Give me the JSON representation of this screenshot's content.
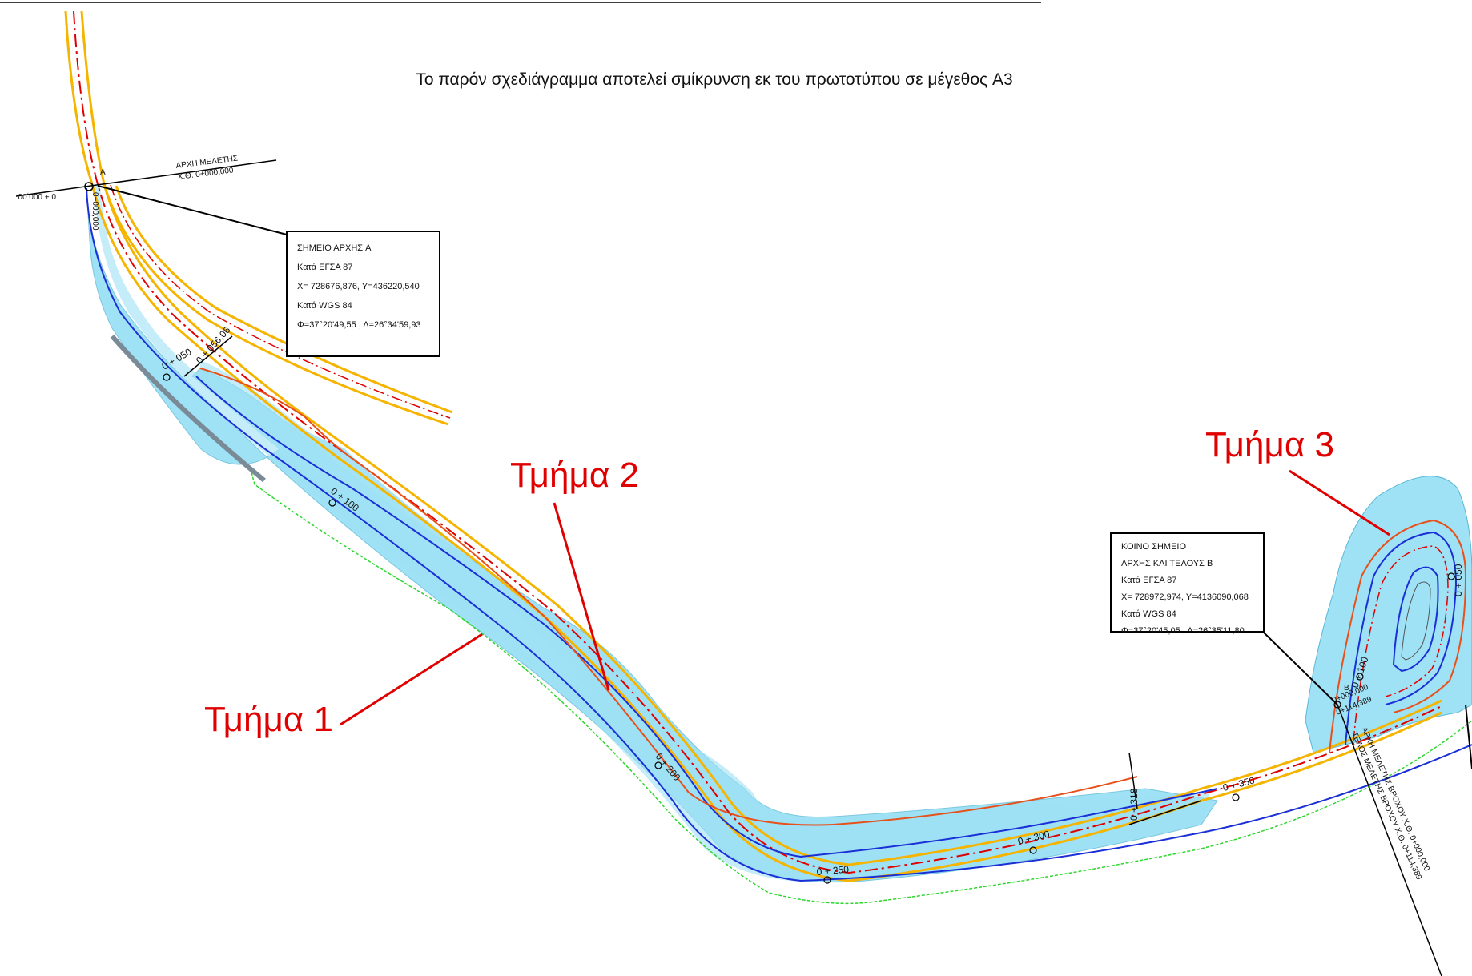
{
  "note": "Το παρόν σχεδιάγραμμα αποτελεί σμίκρυνση εκ του πρωτοτύπου σε μέγεθος A3",
  "start": {
    "point_label": "A",
    "title": "ΑΡΧΗ ΜΕΛΕΤΗΣ",
    "chainage": "Χ.Θ. 0+000,000",
    "side_chainage": "0 + 000,00",
    "vert_chainage": "0+000,000",
    "info_box": {
      "line1": "ΣΗΜΕΙΟ ΑΡΧΗΣ A",
      "line2": "Κατά ΕΓΣΑ 87",
      "line3": "X= 728676,876, Y=436220,540",
      "line4": "Κατά WGS 84",
      "line5": "Φ=37°20'49,55 , Λ=26°34'59,93"
    }
  },
  "common": {
    "point_label": "B",
    "info_box": {
      "line1": "ΚΟΙΝΟ ΣΗΜΕΙΟ",
      "line2": "ΑΡΧΗΣ ΚΑΙ ΤΕΛΟΥΣ Β",
      "line3": "Κατά ΕΓΣΑ 87",
      "line4": "X= 728972,974, Y=4136090,068",
      "line5": "Κατά WGS 84",
      "line6": "Φ=37°20'45,05 , Λ=26°35'11,80"
    },
    "chain_start": "0+000,000",
    "chain_end": "0+114,389",
    "loop_start_text": "ΑΡΧΗ ΜΕΛΕΤΗΣ ΒΡΟΧΟΥ Χ.Θ. 0+000,000",
    "loop_end_text": "ΤΕΛΟΣ ΜΕΛΕΤΗΣ ΒΡΟΧΟΥ Χ.Θ. 0+114,389"
  },
  "sections": {
    "s1": "Τμήμα 1",
    "s2": "Τμήμα 2",
    "s3": "Τμήμα 3"
  },
  "chainages": {
    "c50": "0 + 050",
    "c56": "0 + 056,06",
    "c100": "0 + 100",
    "c200": "0 + 200",
    "c250": "0 + 250",
    "c300": "0 + 300",
    "c318": "0 + 318",
    "c350": "0 + 350",
    "loop50": "0 + 050",
    "loop100": "0 + 100"
  },
  "colors": {
    "water": "#9fe1f5",
    "road_edge": "#f5b400",
    "axis": "#e00000",
    "blue_line": "#1a2fd6",
    "orange_line": "#e8501a",
    "boundary": "#2ed62e",
    "label": "#e00000"
  }
}
